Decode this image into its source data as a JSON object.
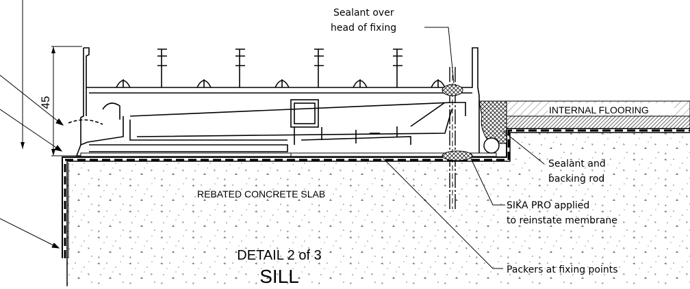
{
  "labels": {
    "sealant_over_head_line1": "Sealant over",
    "sealant_over_head_line2": "head of fixing",
    "internal_flooring": "INTERNAL FLOORING",
    "sealant_backing_line1": "Sealant and",
    "sealant_backing_line2": "backing rod",
    "sika_line1": "SIKA PRO applied",
    "sika_line2": "to reinstate membrane",
    "rebated_slab": "REBATED CONCRETE SLAB",
    "packers": "Packers at fixing points"
  },
  "dimension": {
    "value": "45"
  },
  "detail": {
    "line1": "DETAIL 2 of 3",
    "line2": "SILL"
  }
}
